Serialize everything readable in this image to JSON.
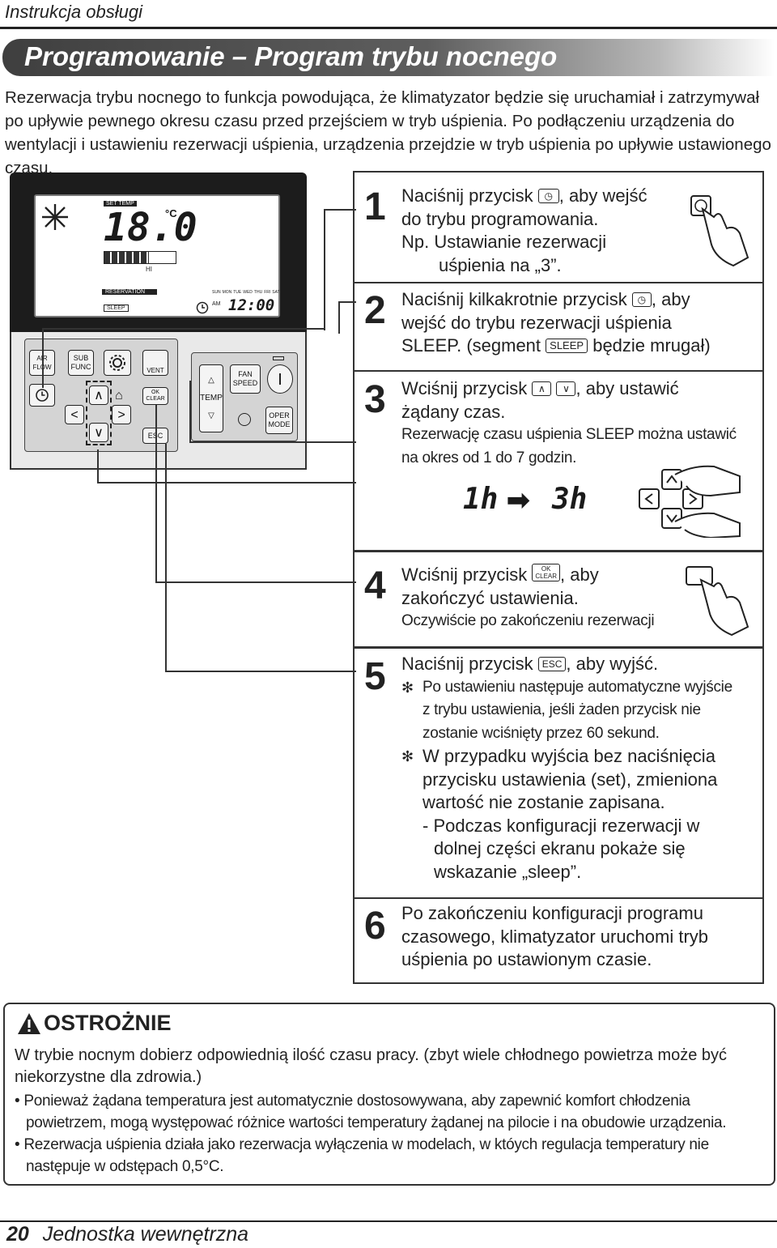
{
  "header": {
    "label": "Instrukcja obsługi"
  },
  "title": "Programowanie – Program trybu nocnego",
  "intro": "Rezerwacja trybu nocnego to funkcja powodująca, że klimatyzator będzie się uruchamiał i zatrzymywał po upływie pewnego okresu czasu przed przejściem w tryb uśpienia. Po podłączeniu urządzenia do wentylacji i ustawieniu rezerwacji uśpienia, urządzenia przejdzie w tryb uśpienia po upływie ustawionego czasu.",
  "remote": {
    "lcd": {
      "set_temp": "SET TEMP",
      "temp": "18.0",
      "unit": "°C",
      "fan_level": "HI",
      "reservation": "RESERVATION",
      "sleep": "SLEEP",
      "days": [
        "SUN",
        "MON",
        "TUE",
        "WED",
        "THU",
        "FRI",
        "SAT"
      ],
      "am": "AM",
      "time": "12:00"
    },
    "buttons": {
      "air_flow": "AIR FLOW",
      "sub_func": "SUB FUNC",
      "vent": "VENT",
      "ok_clear_top": "OK",
      "ok_clear_bottom": "CLEAR",
      "esc": "ESC",
      "temp": "TEMP",
      "fan_speed_top": "FAN",
      "fan_speed_bottom": "SPEED",
      "oper_mode_top": "OPER",
      "oper_mode_bottom": "MODE"
    }
  },
  "steps": [
    {
      "num": "1",
      "line1a": "Naciśnij przycisk",
      "line1b": ", aby wejść",
      "line2": "do trybu programowania.",
      "line3": "Np. Ustawianie rezerwacji",
      "line4": "uśpienia na „3”."
    },
    {
      "num": "2",
      "line1a": "Naciśnij kilkakrotnie przycisk",
      "line1b": ", aby",
      "line2": "wejść do trybu rezerwacji uśpienia",
      "line3a": "SLEEP. (segment",
      "key": "SLEEP",
      "line3b": "będzie mrugał)"
    },
    {
      "num": "3",
      "line1a": "Wciśnij przycisk",
      "line1b": ", aby ustawić",
      "line2": "żądany czas.",
      "note1": "Rezerwację czasu uśpienia SLEEP można ustawić",
      "note2": "na okres od 1 do 7 godzin.",
      "from": "1h",
      "to": "3h"
    },
    {
      "num": "4",
      "line1a": "Wciśnij przycisk",
      "line1b": ", aby",
      "line2": "zakończyć ustawienia.",
      "note1": "Oczywiście po zakończeniu rezerwacji",
      "key_top": "OK",
      "key_bottom": "CLEAR"
    },
    {
      "num": "5",
      "line1a": "Naciśnij przycisk",
      "key": "ESC",
      "line1b": ", aby wyjść.",
      "note1": "Po ustawieniu następuje automatyczne wyjście",
      "note2": "z trybu ustawienia, jeśli żaden przycisk nie",
      "note3": "zostanie wciśnięty przez 60 sekund.",
      "line_a": "W przypadku wyjścia bez naciśnięcia",
      "line_b": "przycisku ustawienia (set), zmieniona",
      "line_c": "wartość nie zostanie zapisana.",
      "line_d": "- Podczas konfiguracji rezerwacji w",
      "line_e": "dolnej części ekranu pokaże się",
      "line_f": "wskazanie „sleep”."
    },
    {
      "num": "6",
      "line1": "Po zakończeniu konfiguracji programu",
      "line2": "czasowego, klimatyzator uruchomi tryb",
      "line3": "uśpienia po ustawionym czasie."
    }
  ],
  "caution": {
    "heading": "OSTROŻNIE",
    "text": "W trybie nocnym dobierz odpowiednią ilość czasu pracy. (zbyt wiele chłodnego powietrza może być niekorzystne dla zdrowia.)",
    "bullets": [
      "Ponieważ żądana temperatura jest automatycznie dostosowywana, aby zapewnić komfort chłodzenia powietrzem, mogą występować różnice wartości temperatury żądanej na pilocie i na obudowie urządzenia.",
      "Rezerwacja uśpienia działa jako rezerwacja wyłączenia w modelach, w któych regulacja temperatury nie następuje w odstępach 0,5°C."
    ]
  },
  "footer": {
    "page": "20",
    "section": "Jednostka wewnętrzna"
  }
}
